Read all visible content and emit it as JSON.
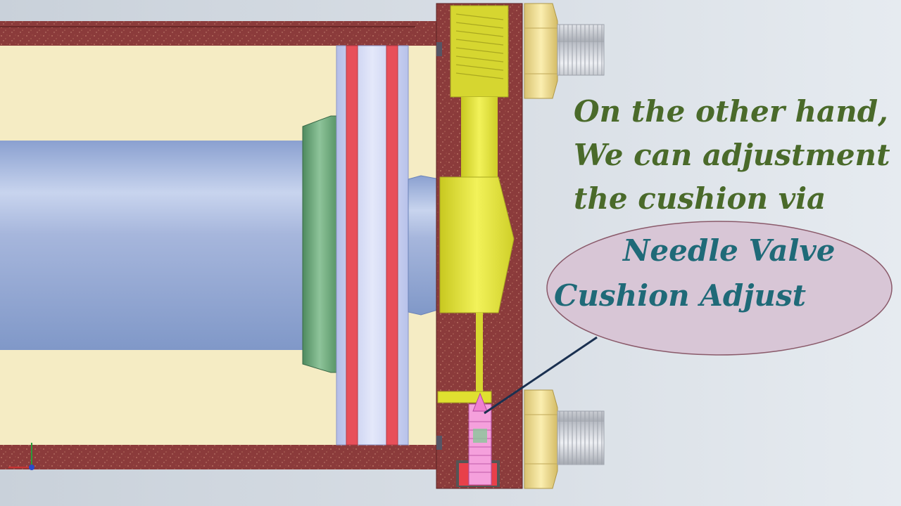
{
  "caption": {
    "line1": "On the other hand,",
    "line2": "We can adjustment",
    "line3": "the cushion via"
  },
  "callout": {
    "line1": "Needle Valve",
    "line2": "Cushion Adjust"
  },
  "colors": {
    "barrel": "#8a3a3a",
    "piston_ring": "#e8505a",
    "rod": "#9fb2d8",
    "brass": "#e0e030",
    "bolt": "#ecd98a",
    "needle": "#f08ad8",
    "callout_fill": "#d8c6d6",
    "caption": "#4a6a2a",
    "callout_text": "#1f6a78"
  }
}
